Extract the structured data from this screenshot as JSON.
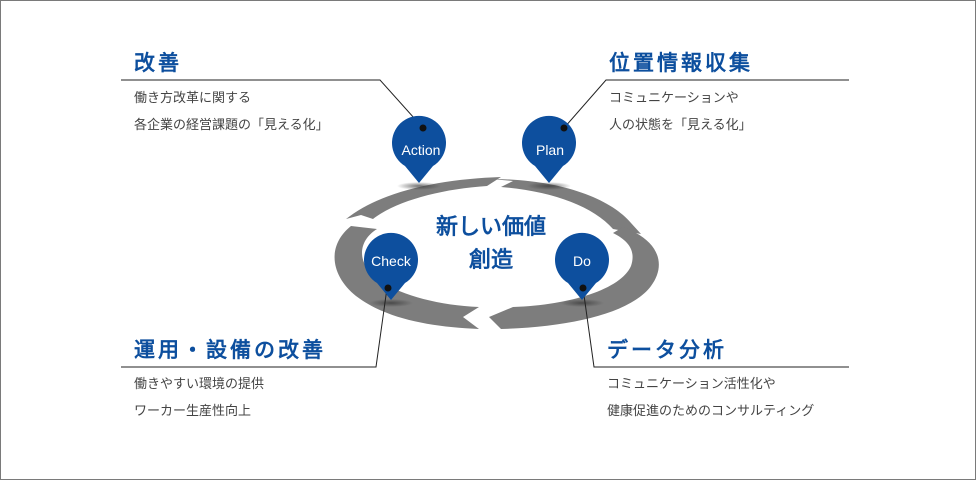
{
  "center": {
    "line1": "新しい価値",
    "line2": "創造"
  },
  "quadrants": {
    "action": {
      "pin": "Action",
      "title": "改善",
      "lines": [
        "働き方改革に関する",
        "各企業の経営課題の「見える化」"
      ]
    },
    "plan": {
      "pin": "Plan",
      "title": "位置情報収集",
      "lines": [
        "コミュニケーションや",
        "人の状態を「見える化」"
      ]
    },
    "check": {
      "pin": "Check",
      "title": "運用・設備の改善",
      "lines": [
        "働きやすい環境の提供",
        "ワーカー生産性向上"
      ]
    },
    "do": {
      "pin": "Do",
      "title": "データ分析",
      "lines": [
        "コミュニケーション活性化や",
        "健康促進のためのコンサルティング"
      ]
    }
  },
  "colors": {
    "accent": "#0d4f9e",
    "ring": "#7d7d7d",
    "text": "#444444"
  }
}
